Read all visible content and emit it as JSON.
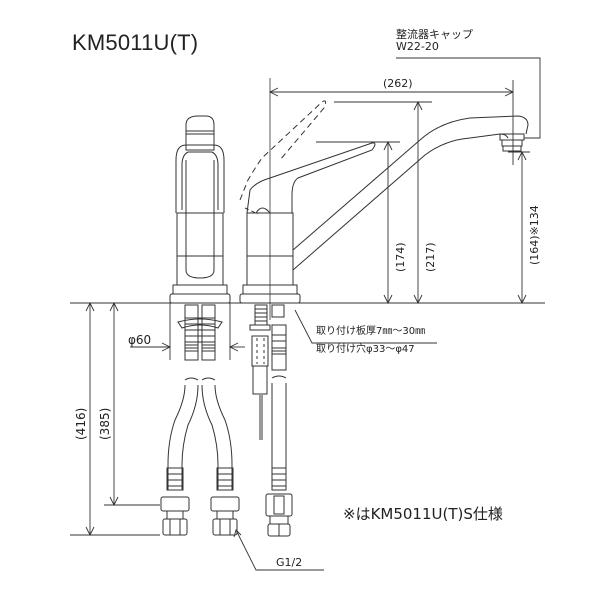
{
  "title": "KM5011U(T)",
  "labels": {
    "aerator_cap_name": "整流器キャップ",
    "aerator_cap_code": "W22-20",
    "spout_reach": "(262)",
    "height_handle": "(174)",
    "height_handle_raised": "(217)",
    "spout_height": "(164)※134",
    "mount_thickness": "取り付け板厚7㎜～30㎜",
    "mount_hole": "取り付け穴φ33～φ47",
    "base_diameter": "φ60",
    "total_length": "(416)",
    "hose_length": "(385)",
    "thread_size": "G1/2"
  },
  "note": "※はKM5011U(T)S仕様",
  "colors": {
    "line": "#333333",
    "text": "#222222",
    "background": "#ffffff"
  }
}
